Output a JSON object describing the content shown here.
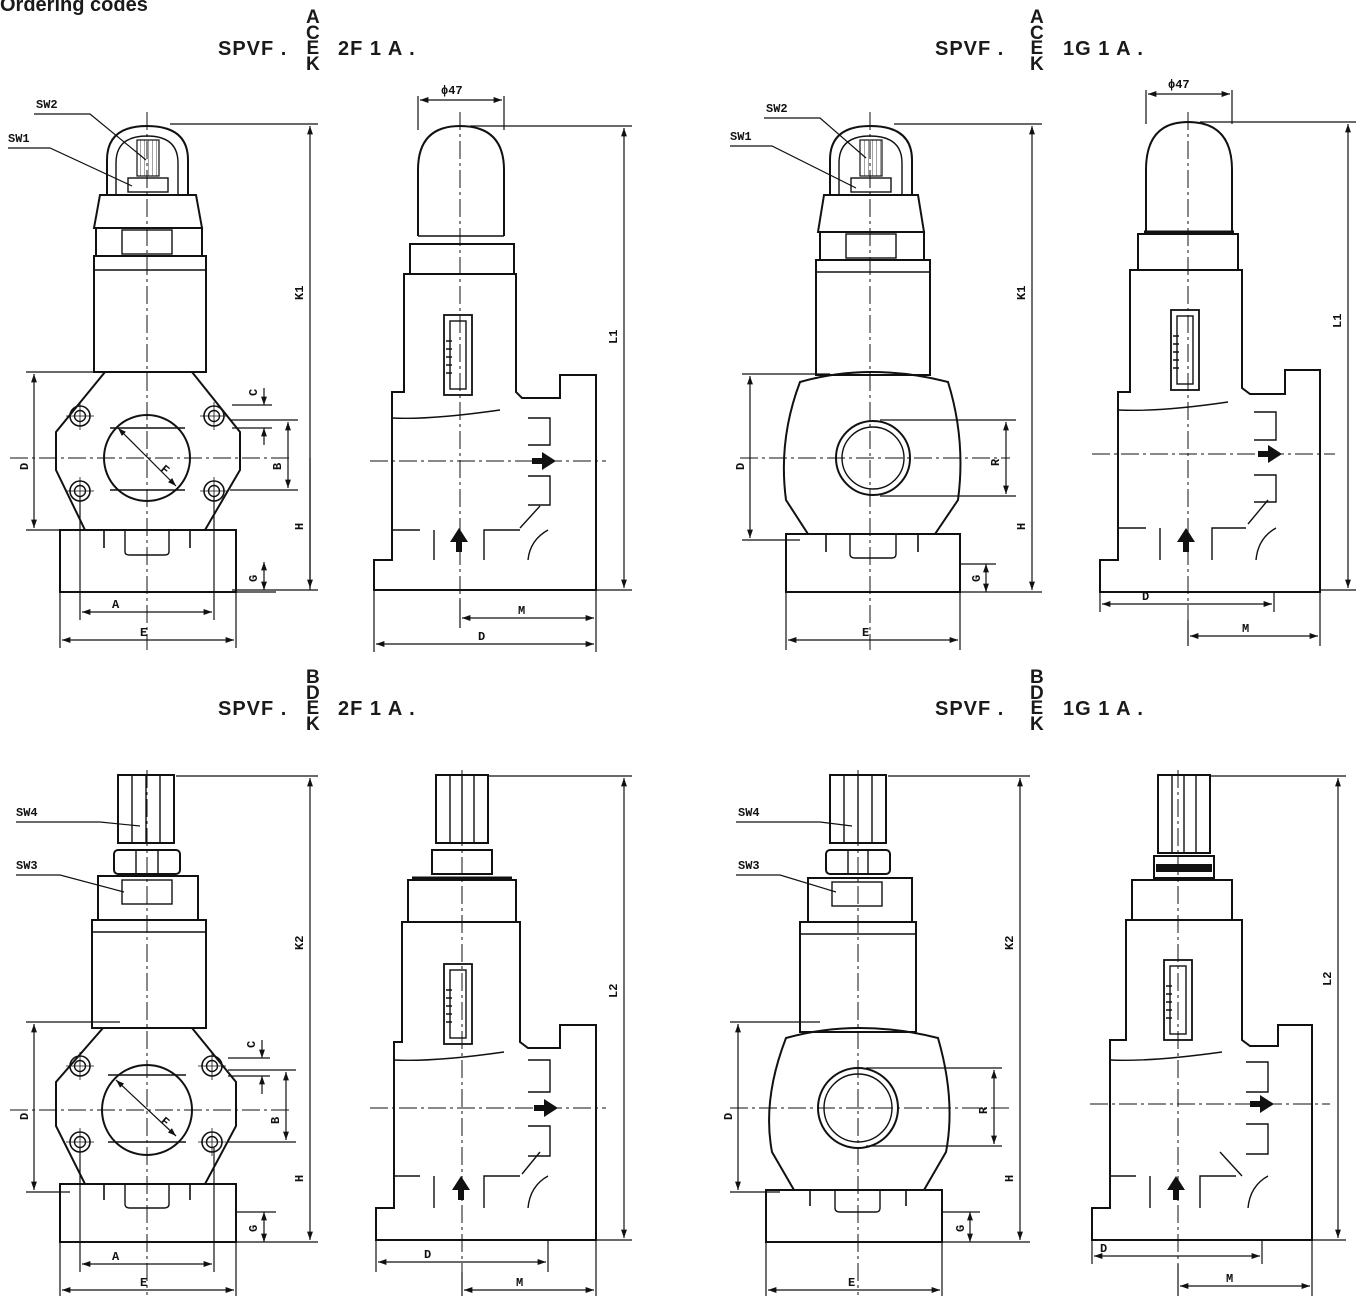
{
  "section_title": "Ordering codes",
  "codes": [
    {
      "prefix": "SPVF .",
      "letters": [
        "A",
        "C",
        "E",
        "K"
      ],
      "suffix": "2F 1 A ."
    },
    {
      "prefix": "SPVF .",
      "letters": [
        "A",
        "C",
        "E",
        "K"
      ],
      "suffix": "1G 1 A ."
    },
    {
      "prefix": "SPVF .",
      "letters": [
        "B",
        "D",
        "E",
        "K"
      ],
      "suffix": "2F 1 A ."
    },
    {
      "prefix": "SPVF .",
      "letters": [
        "B",
        "D",
        "E",
        "K"
      ],
      "suffix": "1G 1 A ."
    }
  ],
  "labels": {
    "sw1": "SW1",
    "sw2": "SW2",
    "sw3": "SW3",
    "sw4": "SW4",
    "dia47": "ϕ47",
    "k1": "K1",
    "k2": "K2",
    "l1": "L1",
    "l2": "L2",
    "a": "A",
    "b": "B",
    "c": "C",
    "d": "D",
    "e": "E",
    "f": "F",
    "g": "G",
    "h": "H",
    "m": "M",
    "r": "R"
  }
}
